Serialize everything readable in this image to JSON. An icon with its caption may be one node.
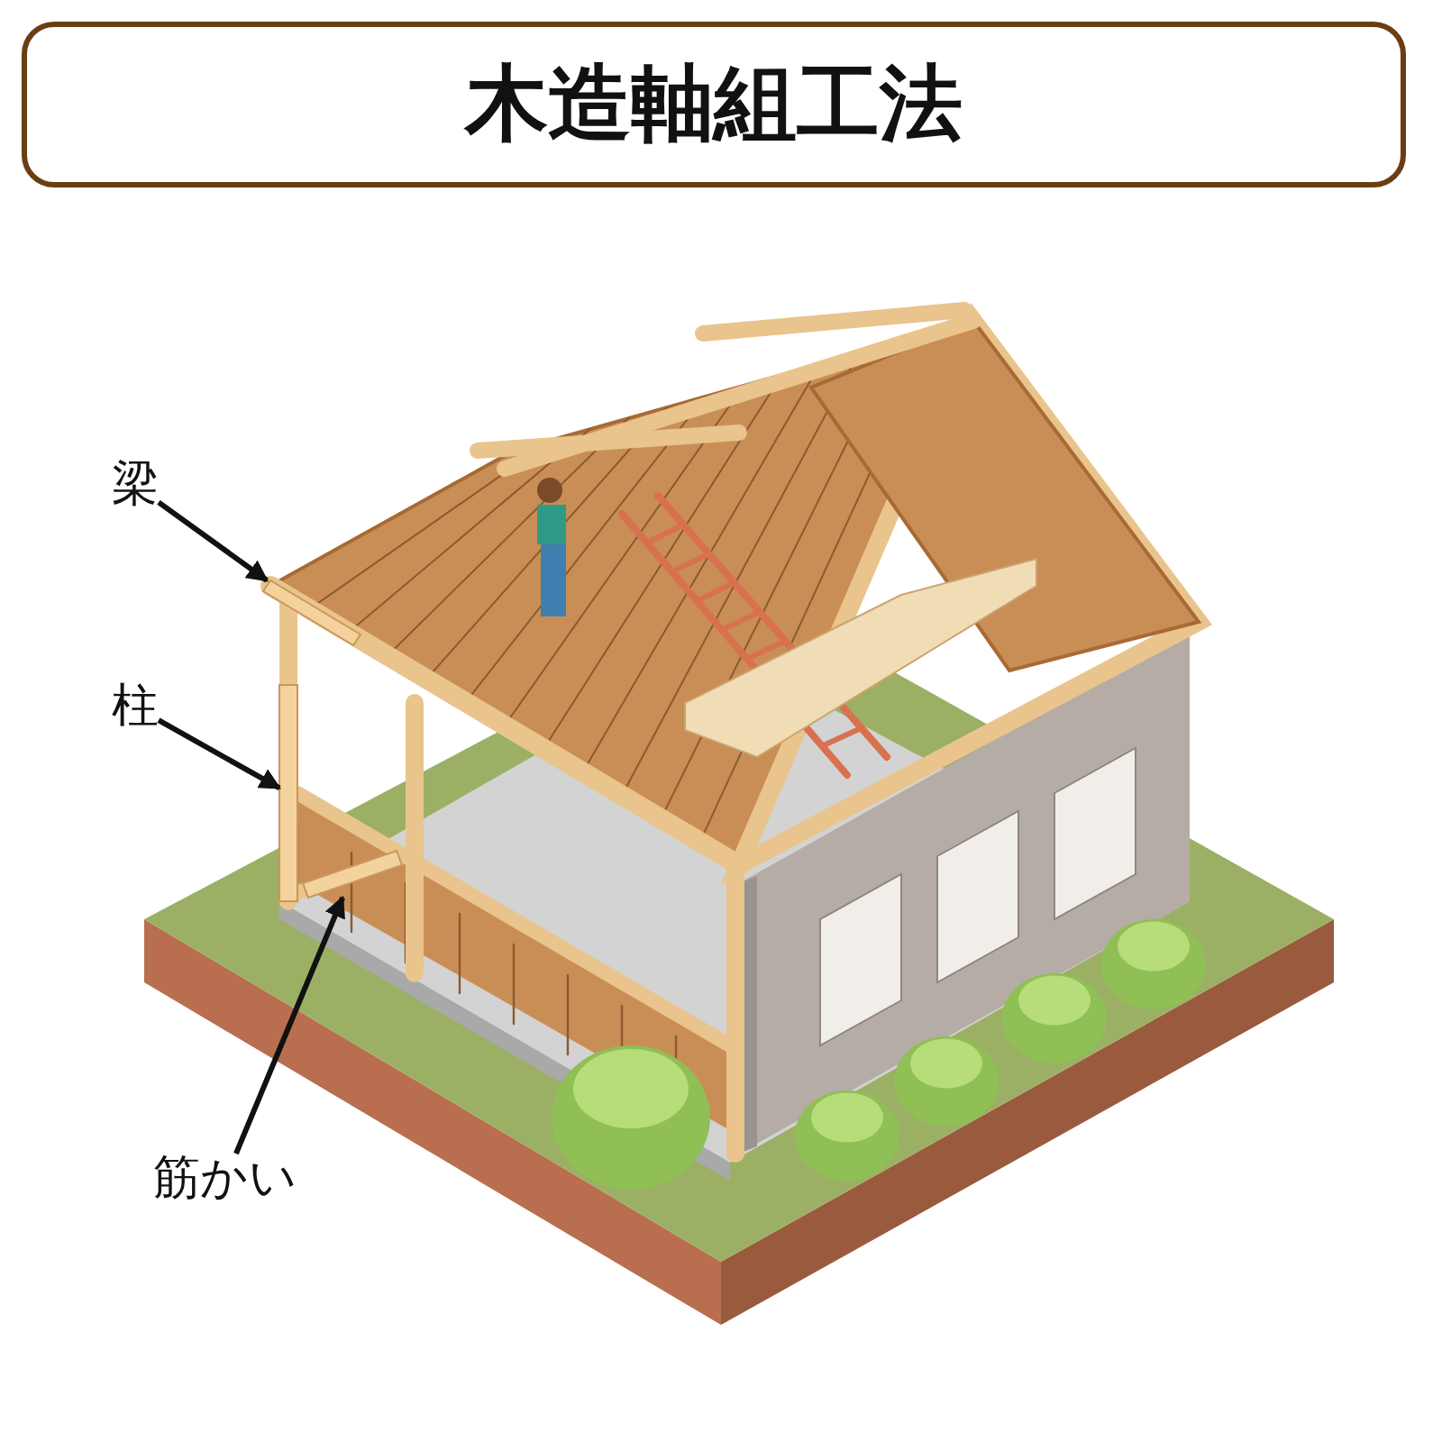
{
  "diagram": {
    "title": "木造軸組工法",
    "nodes": [
      {
        "text": [
          "梁"
        ]
      },
      {
        "text": [],
        "shape": "bar"
      },
      {
        "text": [
          "柱"
        ]
      },
      {
        "text": [],
        "shape": "bar"
      },
      {
        "text": [
          "筋かい"
        ]
      },
      {
        "text": [],
        "shape": "bar"
      }
    ],
    "edges": [
      {
        "from": 0,
        "to": 1,
        "arrow": "to"
      },
      {
        "from": 2,
        "to": 3,
        "arrow": "to"
      },
      {
        "from": 4,
        "to": 5,
        "arrow": "to"
      }
    ]
  }
}
